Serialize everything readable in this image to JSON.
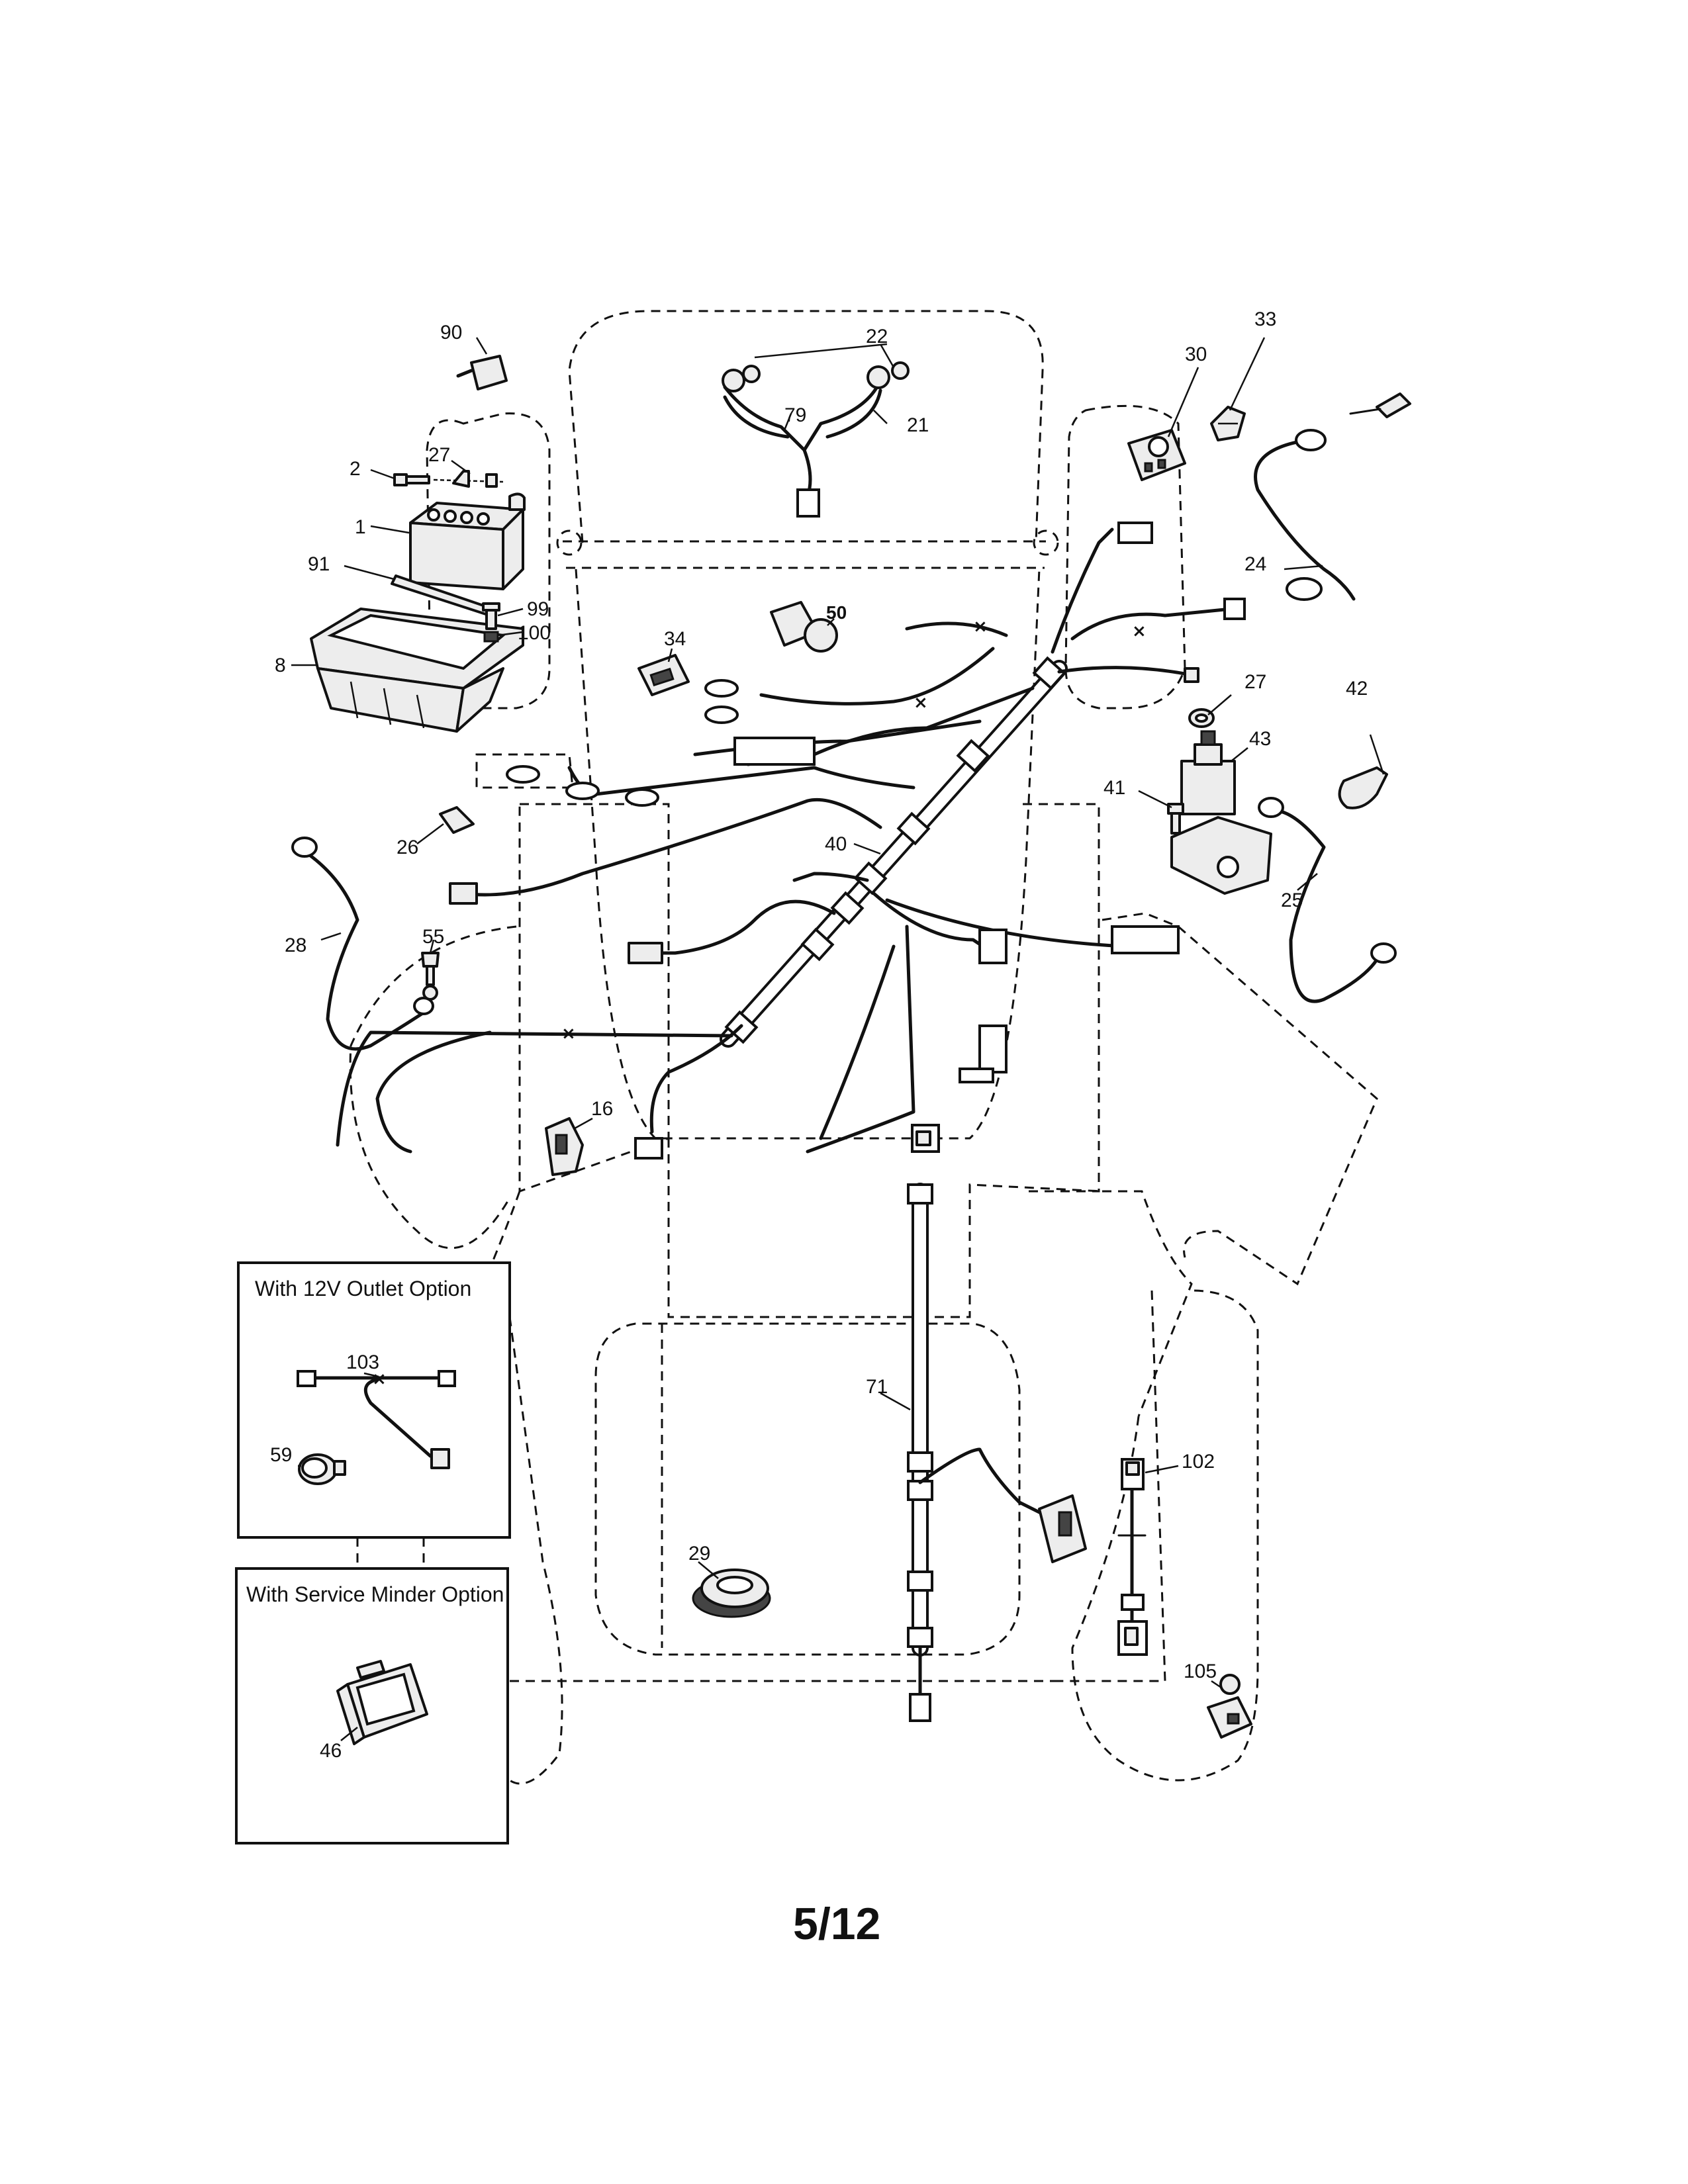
{
  "callouts": {
    "c1": "1",
    "c2": "2",
    "c8": "8",
    "c16": "16",
    "c21": "21",
    "c22": "22",
    "c24": "24",
    "c25": "25",
    "c26": "26",
    "c27a": "27",
    "c27b": "27",
    "c28": "28",
    "c29": "29",
    "c30": "30",
    "c33": "33",
    "c34": "34",
    "c40": "40",
    "c41": "41",
    "c42": "42",
    "c43": "43",
    "c46": "46",
    "c50": "50",
    "c55": "55",
    "c59": "59",
    "c71": "71",
    "c79": "79",
    "c90": "90",
    "c91": "91",
    "c99": "99",
    "c100": "100",
    "c102": "102",
    "c103": "103",
    "c105": "105"
  },
  "insets": {
    "outlet_title": "With 12V Outlet Option",
    "service_title": "With Service Minder Option"
  },
  "page_number": "5/12"
}
